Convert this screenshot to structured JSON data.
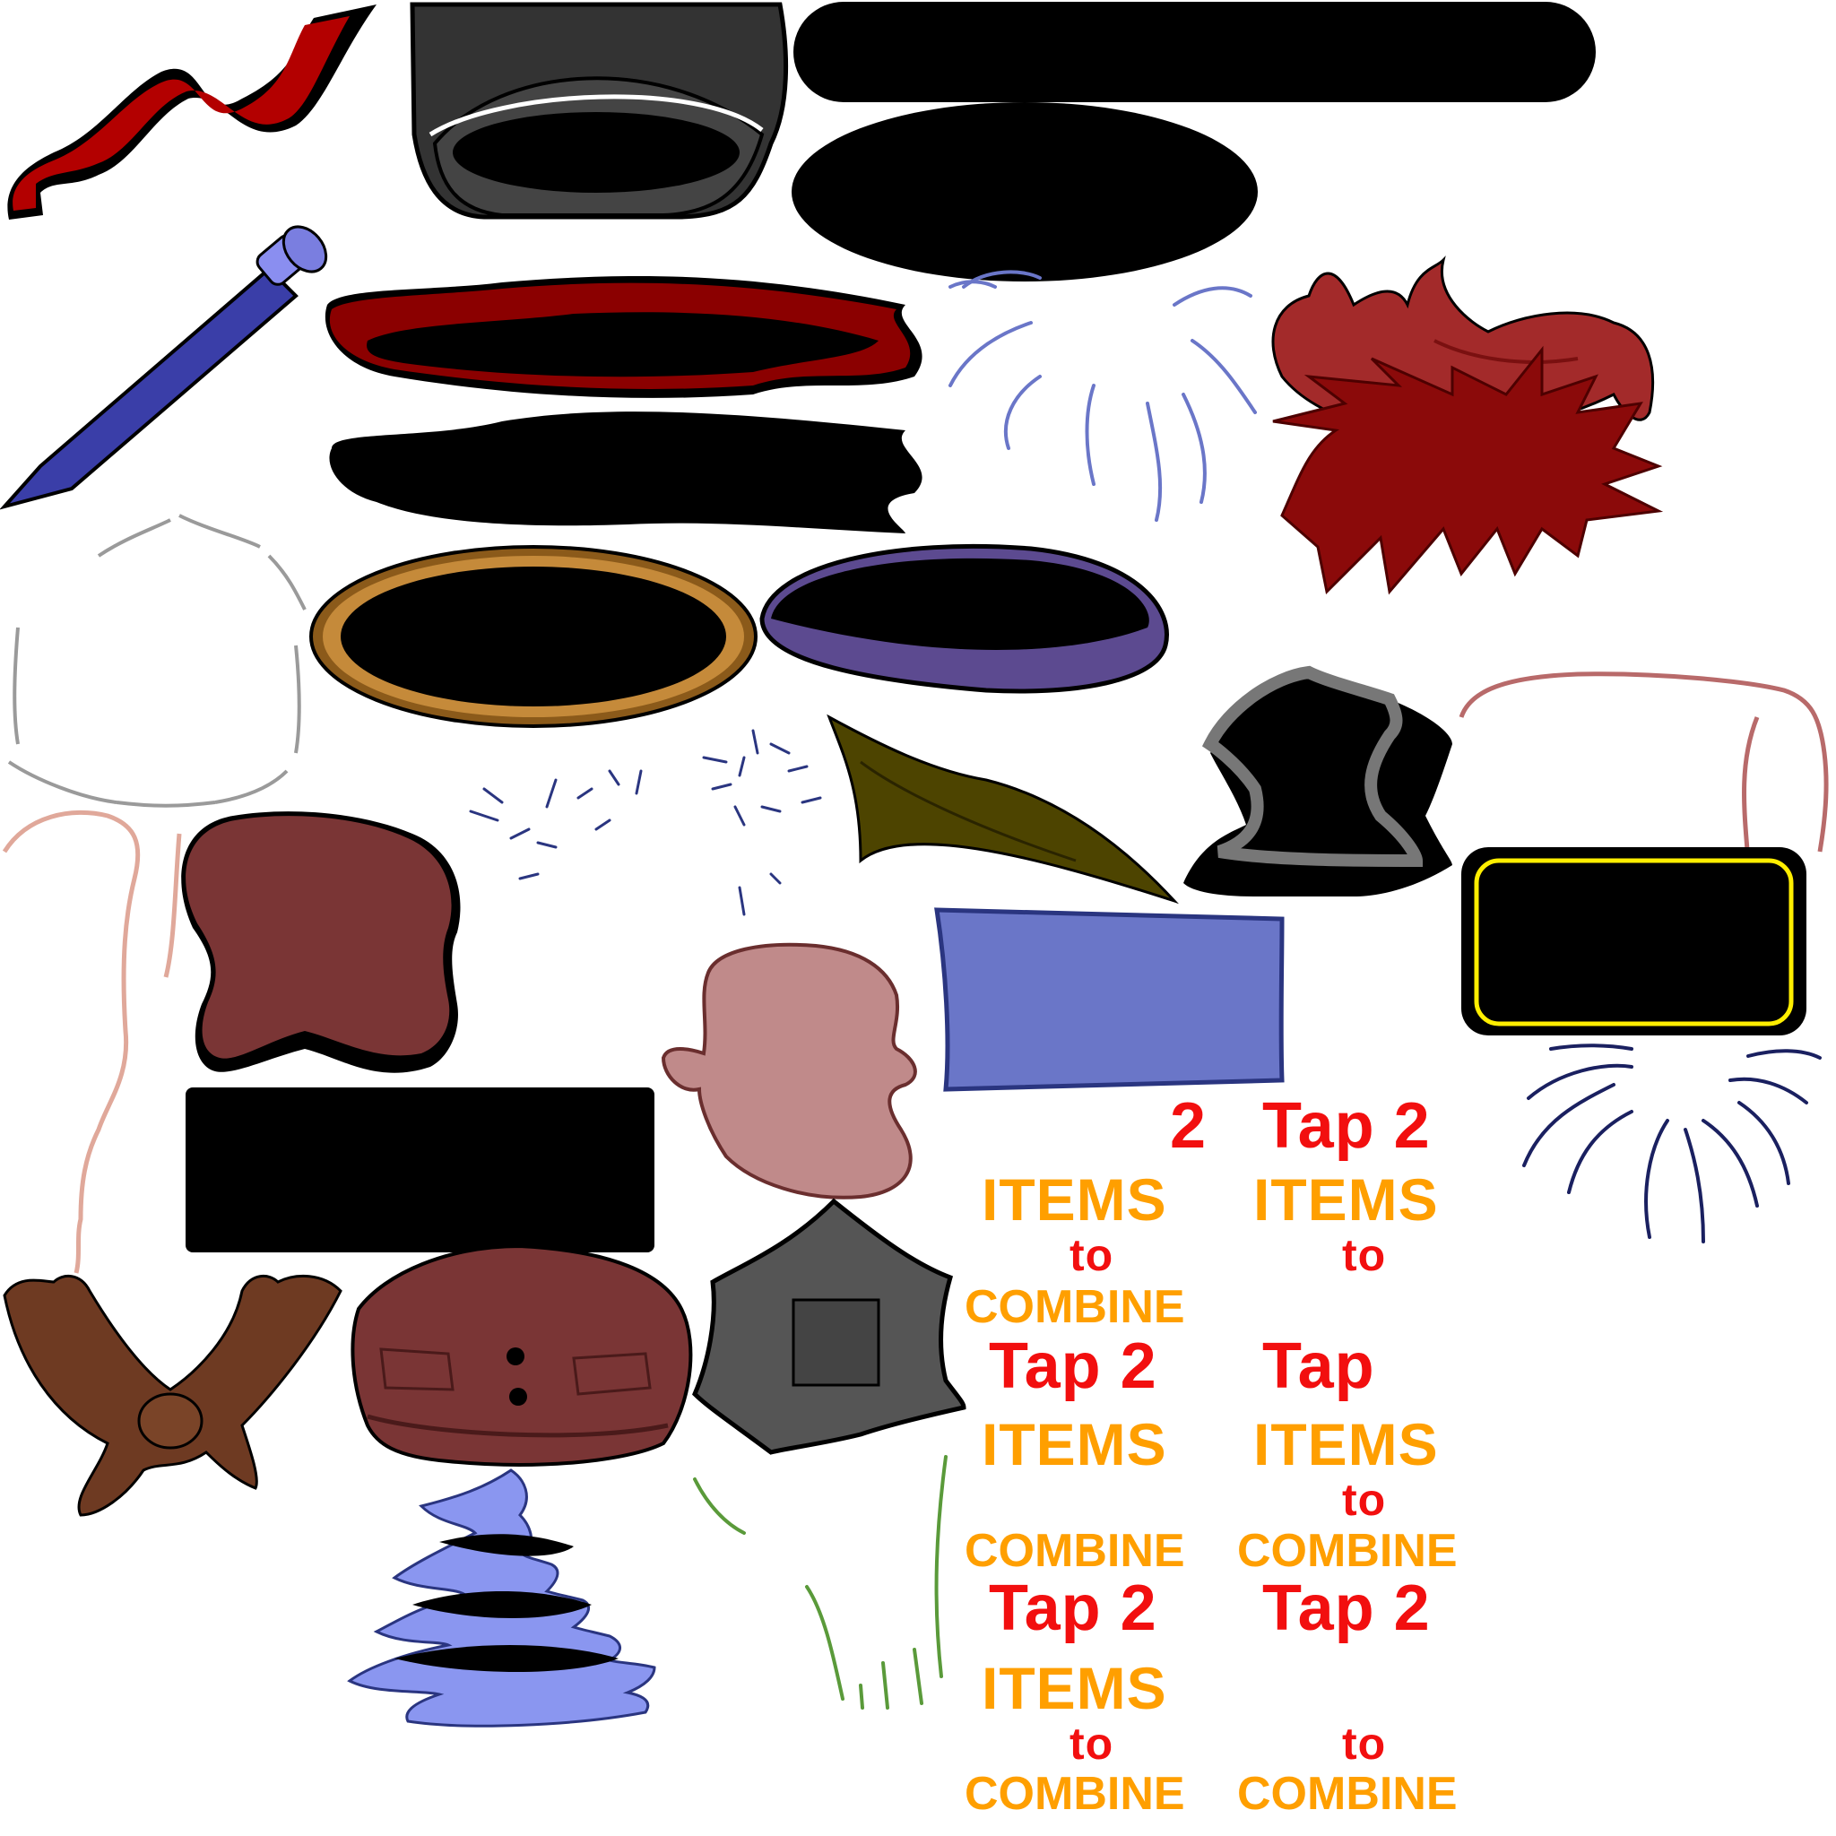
{
  "sprite_sheet": {
    "label_rows": [
      {
        "name": "row-1",
        "cells": [
          "2",
          "Tap 2"
        ]
      },
      {
        "name": "row-2",
        "cells": [
          "ITEMS",
          "ITEMS"
        ]
      },
      {
        "name": "row-3",
        "cells": [
          "to",
          "to"
        ]
      },
      {
        "name": "row-4",
        "cells": [
          "COMBINE"
        ]
      },
      {
        "name": "row-5",
        "cells": [
          "Tap 2",
          "Tap"
        ]
      },
      {
        "name": "row-6",
        "cells": [
          "ITEMS",
          "ITEMS"
        ]
      },
      {
        "name": "row-7",
        "cells": [
          "to"
        ]
      },
      {
        "name": "row-8",
        "cells": [
          "COMBINE",
          "COMBINE"
        ]
      },
      {
        "name": "row-9",
        "cells": [
          "Tap 2",
          "Tap 2"
        ]
      },
      {
        "name": "row-10",
        "cells": [
          "ITEMS"
        ]
      },
      {
        "name": "row-11",
        "cells": [
          "to",
          "to"
        ]
      },
      {
        "name": "row-12",
        "cells": [
          "COMBINE",
          "COMBINE"
        ]
      }
    ],
    "colors": {
      "prompt_red": "#f20f0f",
      "prompt_orange": "#ff9f00",
      "outline": "#000000",
      "sprite_red": "#8b0a0a",
      "sprite_blue": "#6a76c8",
      "sprite_brown": "#7a3535"
    },
    "sprites": [
      "red-ribbon-icon",
      "dark-hat-brim-icon",
      "black-bar-icon",
      "black-oval-icon",
      "blue-pen-icon",
      "red-scarf-icon",
      "black-scarf-icon",
      "blue-sparkle-lines-icon",
      "red-hair-tuft-icon",
      "dark-red-spiky-hair-icon",
      "gray-outline-icon",
      "brown-ring-icon",
      "purple-brim-icon",
      "small-sparkles-icon",
      "olive-leaf-icon",
      "gray-helmet-shape-icon",
      "pink-outline-icon",
      "yellow-frame-icon",
      "brown-head-shape-icon",
      "bald-head-icon",
      "blue-panel-icon",
      "black-block-icon",
      "navy-burst-icon",
      "brown-scarf-tie-icon",
      "brown-beret-icon",
      "gray-octagon-shield-icon",
      "blue-tree-icon",
      "green-grass-icon"
    ]
  }
}
